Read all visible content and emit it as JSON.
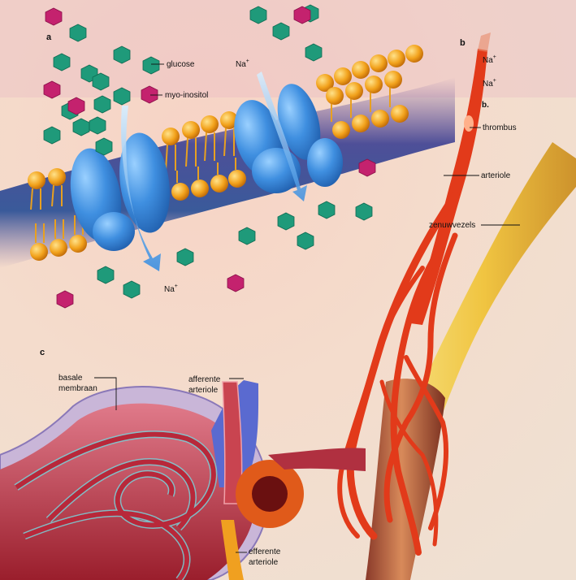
{
  "panels": {
    "a": "a",
    "b": "b",
    "c": "c"
  },
  "labels_a": {
    "glucose": "glucose",
    "myo_inositol": "myo-inositol",
    "na_top_text": "Na",
    "na_top_sup": "+",
    "na_bottom_text": "Na",
    "na_bottom_sup": "+"
  },
  "labels_b": {
    "na1_text": "Na",
    "na1_sup": "+",
    "na2_text": "Na",
    "na2_sup": "+",
    "b_letter": "b.",
    "thrombus": "thrombus",
    "arteriole": "arteriole",
    "zenuwvezels": "zenuwvezels"
  },
  "labels_c": {
    "basale_line1": "basale",
    "basale_line2": "membraan",
    "afferente_line1": "afferente",
    "afferente_line2": "arteriole",
    "efferente_line1": "efferente",
    "efferente_line2": "arteriole"
  },
  "colors": {
    "background": "#f3d6c4",
    "membrane_band": "#4a5aa0",
    "lipid_head": "#f0a21c",
    "channel": "#3f8fe0",
    "glucose": "#1f9a7a",
    "myo_inositol": "#c4226e",
    "arteriole": "#e23a1a",
    "nerve": "#f2cc3a",
    "glomerulus": "#b8283a"
  }
}
